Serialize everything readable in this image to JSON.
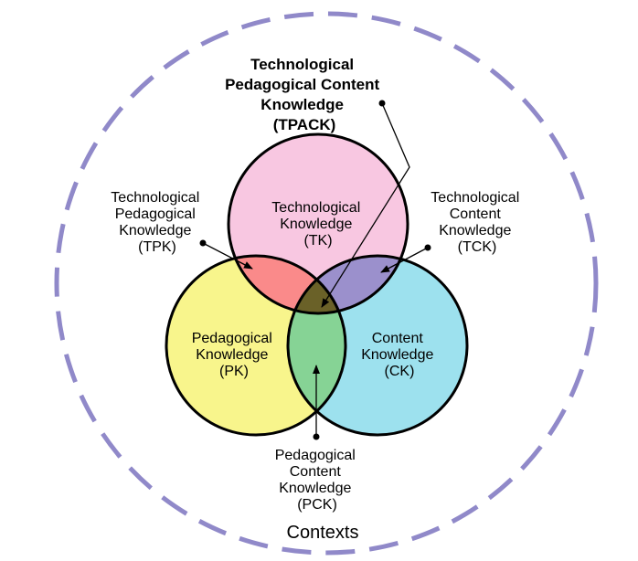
{
  "title_label": [
    "Technological",
    "Pedagogical Content",
    "Knowledge",
    "(TPACK)"
  ],
  "tk": [
    "Technological",
    "Knowledge",
    "(TK)"
  ],
  "pk": [
    "Pedagogical",
    "Knowledge",
    "(PK)"
  ],
  "ck": [
    "Content",
    "Knowledge",
    "(CK)"
  ],
  "tpk": [
    "Technological",
    "Pedagogical",
    "Knowledge",
    "(TPK)"
  ],
  "tck": [
    "Technological",
    "Content",
    "Knowledge",
    "(TCK)"
  ],
  "pck": [
    "Pedagogical",
    "Content",
    "Knowledge",
    "(PCK)"
  ],
  "contexts": "Contexts",
  "colors": {
    "tk": "#f8c7e1",
    "pk": "#f8f58c",
    "ck": "#9de1ee",
    "tpk": "#fa8a8a",
    "tck": "#9b90cc",
    "pck": "#86d395",
    "tpack": "#6a6128",
    "context_ring": "#9089c9"
  }
}
